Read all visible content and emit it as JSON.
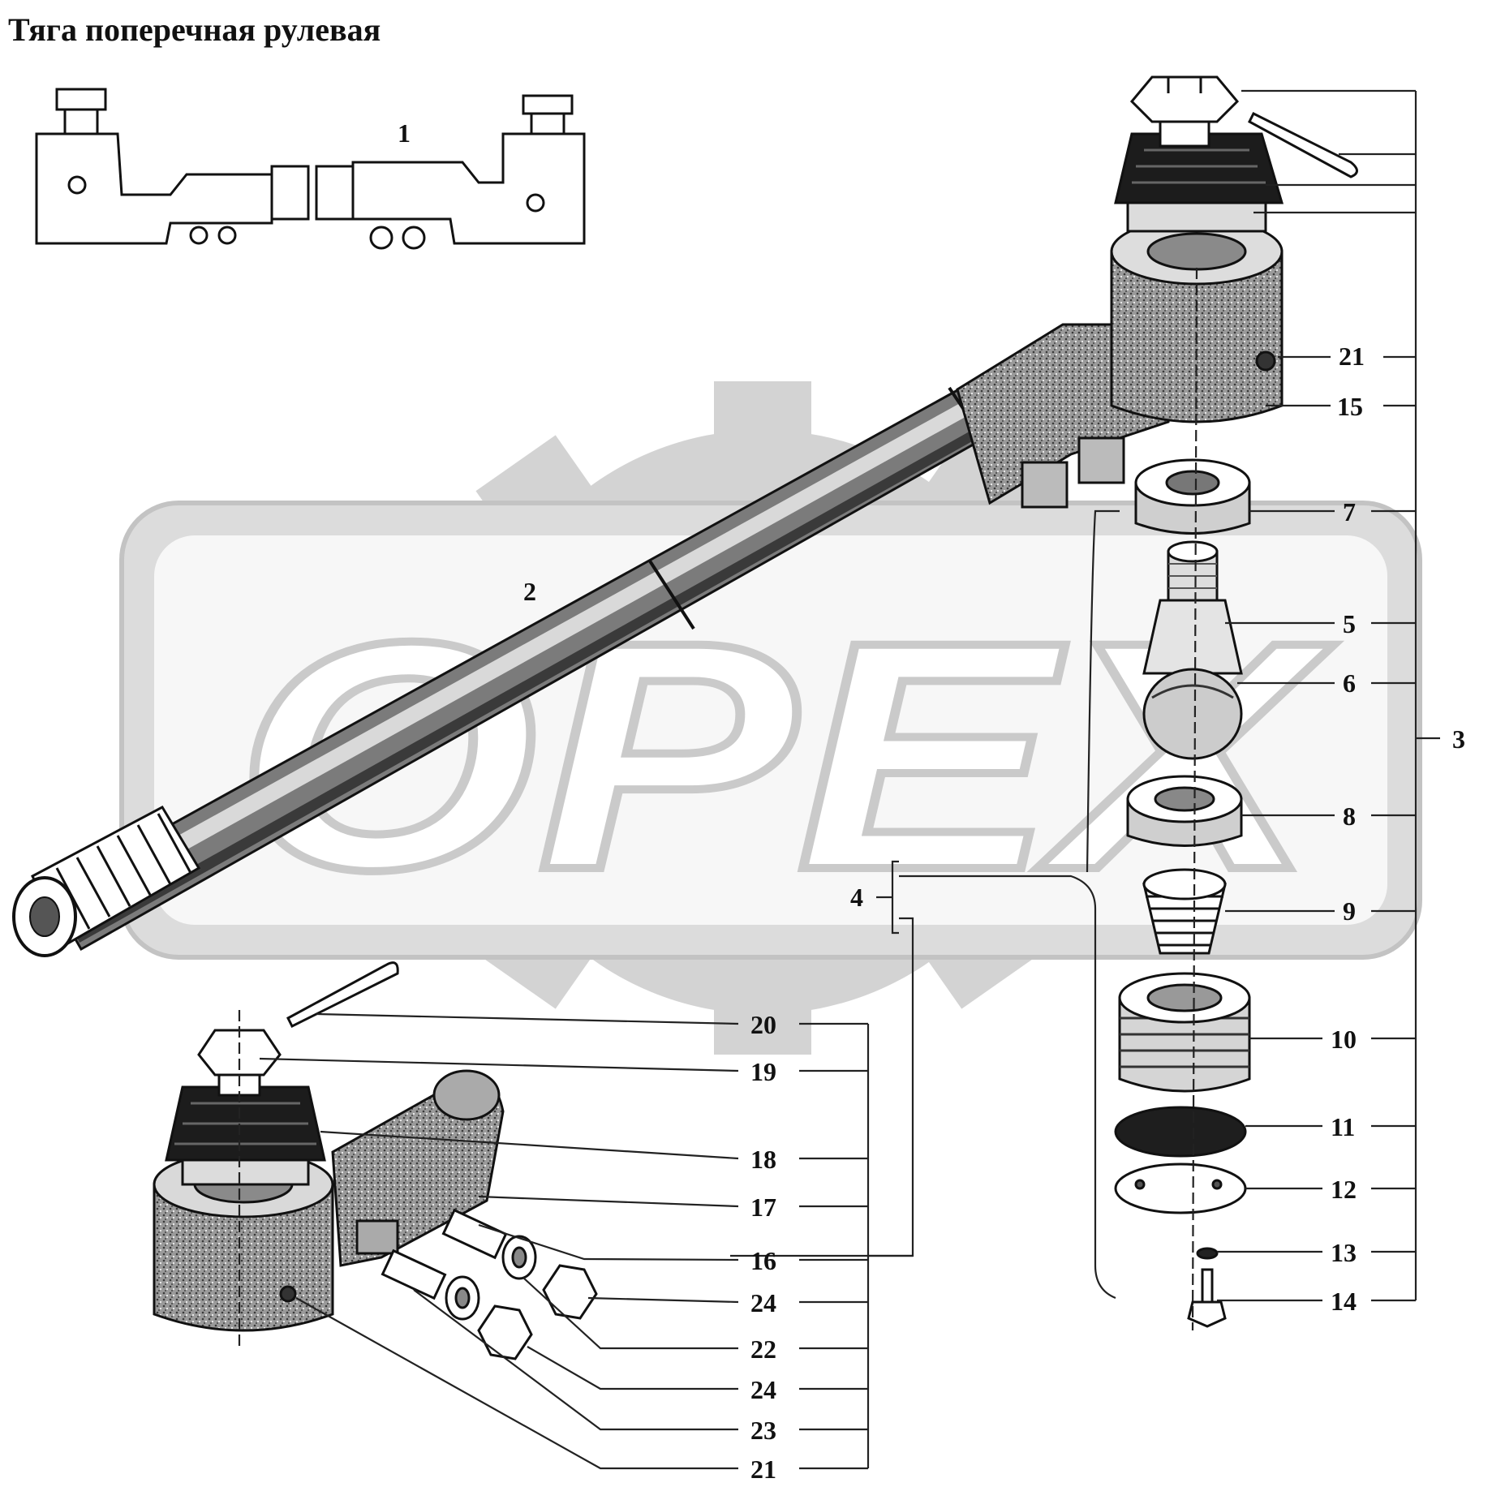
{
  "title": "Тяга поперечная рулевая",
  "watermark": {
    "text": "OPEX"
  },
  "colors": {
    "line": "#111111",
    "watermark_gray": "#c8c8c8",
    "background": "#ffffff"
  },
  "callouts": [
    {
      "id": "c1",
      "label": "1"
    },
    {
      "id": "c2",
      "label": "2"
    },
    {
      "id": "c3",
      "label": "3"
    },
    {
      "id": "c4",
      "label": "4"
    },
    {
      "id": "c21a",
      "label": "21"
    },
    {
      "id": "c15",
      "label": "15"
    },
    {
      "id": "c7",
      "label": "7"
    },
    {
      "id": "c5",
      "label": "5"
    },
    {
      "id": "c6",
      "label": "6"
    },
    {
      "id": "c8",
      "label": "8"
    },
    {
      "id": "c9",
      "label": "9"
    },
    {
      "id": "c10",
      "label": "10"
    },
    {
      "id": "c11",
      "label": "11"
    },
    {
      "id": "c12",
      "label": "12"
    },
    {
      "id": "c13",
      "label": "13"
    },
    {
      "id": "c14",
      "label": "14"
    },
    {
      "id": "c20",
      "label": "20"
    },
    {
      "id": "c19",
      "label": "19"
    },
    {
      "id": "c18",
      "label": "18"
    },
    {
      "id": "c17",
      "label": "17"
    },
    {
      "id": "c16",
      "label": "16"
    },
    {
      "id": "c24a",
      "label": "24"
    },
    {
      "id": "c22",
      "label": "22"
    },
    {
      "id": "c24b",
      "label": "24"
    },
    {
      "id": "c23",
      "label": "23"
    },
    {
      "id": "c21b",
      "label": "21"
    }
  ]
}
